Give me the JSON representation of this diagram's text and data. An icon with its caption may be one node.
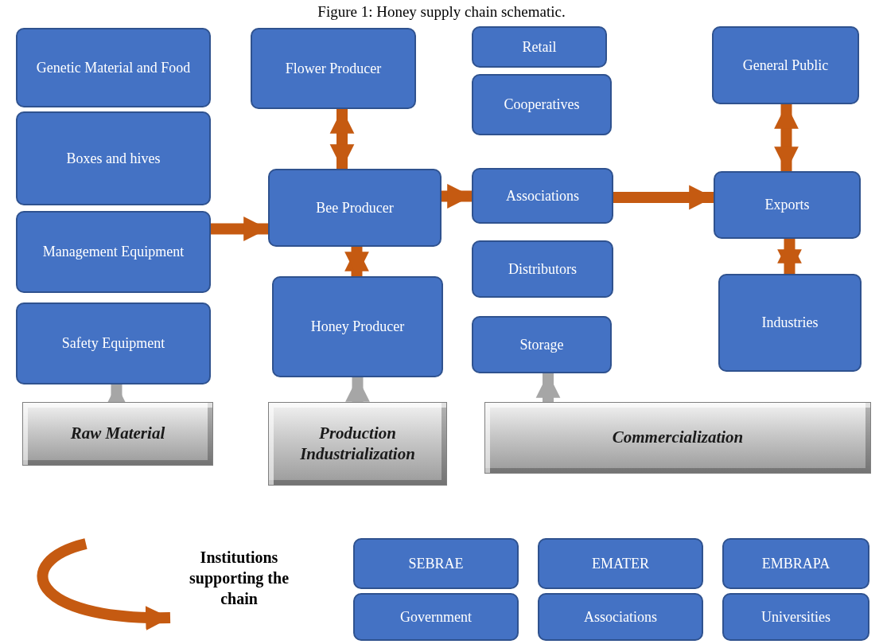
{
  "diagram": {
    "title": "Figure 1:  Honey supply chain schematic.",
    "nodes": [
      {
        "text": [
          "Genetic Material and Food"
        ]
      },
      {
        "text": [
          "Boxes and hives"
        ]
      },
      {
        "text": [
          "Management Equipment"
        ]
      },
      {
        "text": [
          "Safety Equipment"
        ]
      },
      {
        "text": [
          "Flower Producer"
        ]
      },
      {
        "text": [
          "Bee Producer"
        ]
      },
      {
        "text": [
          "Honey Producer"
        ]
      },
      {
        "text": [
          "Retail"
        ]
      },
      {
        "text": [
          "Cooperatives"
        ]
      },
      {
        "text": [
          "Associations"
        ]
      },
      {
        "text": [
          "Distributors"
        ]
      },
      {
        "text": [
          "Storage"
        ]
      },
      {
        "text": [
          "General Public"
        ]
      },
      {
        "text": [
          "Exports"
        ]
      },
      {
        "text": [
          "Industries"
        ]
      },
      {
        "text": [
          "Raw Material"
        ]
      },
      {
        "text": [
          "Production Industrialization"
        ]
      },
      {
        "text": [
          "Commercialization"
        ]
      },
      {
        "text": [
          "Institutions supporting the chain"
        ]
      },
      {
        "text": [
          "SEBRAE"
        ]
      },
      {
        "text": [
          "EMATER"
        ]
      },
      {
        "text": [
          "EMBRAPA"
        ]
      },
      {
        "text": [
          "Government"
        ]
      },
      {
        "text": [
          "Associations"
        ]
      },
      {
        "text": [
          "Universities"
        ]
      }
    ],
    "edges": [
      {
        "from": 2,
        "to": 5,
        "arrow": "to"
      },
      {
        "from": 5,
        "to": 9,
        "arrow": "to"
      },
      {
        "from": 9,
        "to": 13,
        "arrow": "to"
      },
      {
        "from": 4,
        "to": 5,
        "arrow": "both"
      },
      {
        "from": 5,
        "to": 6,
        "arrow": "both"
      },
      {
        "from": 12,
        "to": 13,
        "arrow": "both"
      },
      {
        "from": 13,
        "to": 14,
        "arrow": "both"
      },
      {
        "from": 15,
        "to": 3,
        "arrow": "to",
        "color": "#a6a6a6"
      },
      {
        "from": 16,
        "to": 6,
        "arrow": "to",
        "color": "#a6a6a6"
      },
      {
        "from": 17,
        "to": 11,
        "arrow": "to",
        "color": "#a6a6a6"
      },
      {
        "from": null,
        "to": 18,
        "arrow": "to"
      }
    ]
  }
}
